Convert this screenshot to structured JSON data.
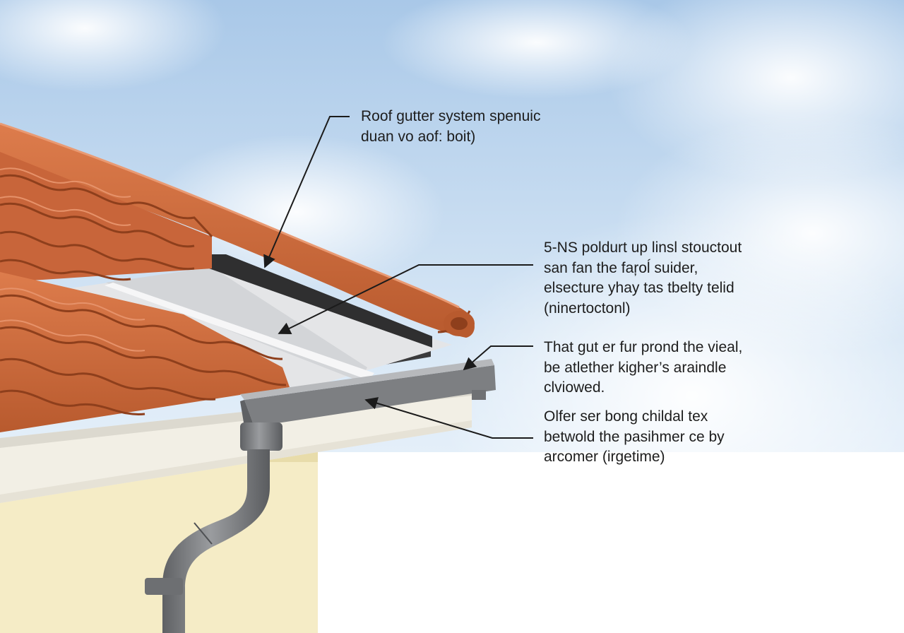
{
  "diagram": {
    "callouts": [
      {
        "lines": [
          "Roof gutter system spenuic",
          "duan vo aof: boit)"
        ]
      },
      {
        "lines": [
          "5-NS poldurt up linsl stouctout",
          "san fan the faŗoĺ suider,",
          "elsecture yhay tas tbelty telid",
          "(ninertoctonl)"
        ]
      },
      {
        "lines": [
          "That gut er fur prond the vieal,",
          "be atlether kigher’s araindle",
          "clviowed."
        ]
      },
      {
        "lines": [
          "Olfer ser bong childal tex",
          "betwold the pasihmer ce by",
          "arcomer (irgetime)"
        ]
      }
    ]
  },
  "colors": {
    "sky_top": "#a9c8e8",
    "sky_bottom": "#f7fbff",
    "tile": "#cd6a3c",
    "tile_dark": "#8e3f1c",
    "tile_light": "#e6926a",
    "gutter": "#7d7f82",
    "gutter_top": "#b7b9bc",
    "fascia": "#f2efe5",
    "wall": "#f5ecc6",
    "membrane": "#e4e5e7",
    "leader": "#1b1b1b"
  },
  "icons": [
    "callout-arrow-icon"
  ]
}
